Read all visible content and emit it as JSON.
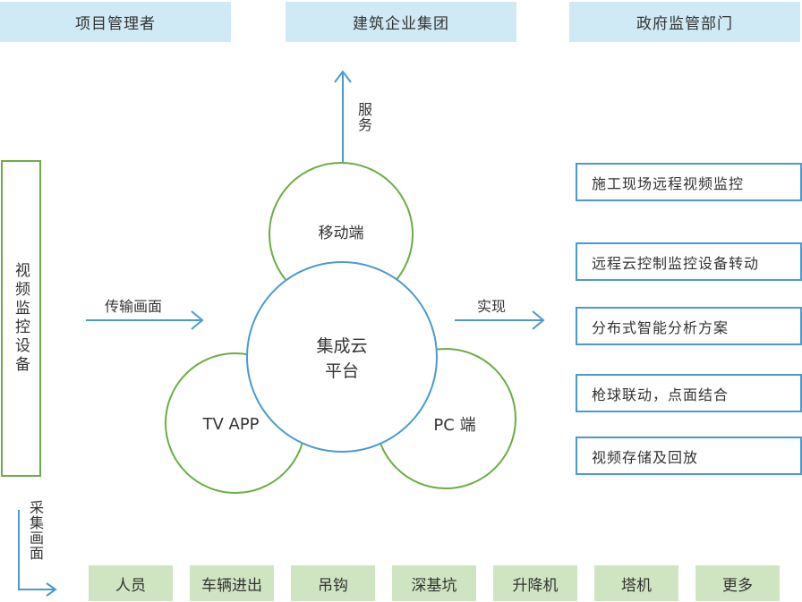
{
  "top": [
    "项目管理者",
    "建筑企业集团",
    "政府监管部门"
  ],
  "left_box": "视频监控设备",
  "labels": {
    "transfer": "传输画面",
    "realize": "实现",
    "service": "服务",
    "collect": "采集画面"
  },
  "circles": {
    "mobile": "移动端",
    "tv": "TV APP",
    "pc": "PC 端",
    "center_line1": "集成云",
    "center_line2": "平台"
  },
  "features": [
    "施工现场远程视频监控",
    "远程云控制监控设备转动",
    "分布式智能分析方案",
    "枪球联动，点面结合",
    "视频存储及回放"
  ],
  "bottom": [
    "人员",
    "车辆进出",
    "吊钩",
    "深基坑",
    "升降机",
    "塔机",
    "更多"
  ],
  "colors": {
    "green": "#6aad45",
    "blue": "#4a9ad0",
    "top_bg": "#cfe9f5",
    "chip_bg": "#cfe5c1"
  }
}
